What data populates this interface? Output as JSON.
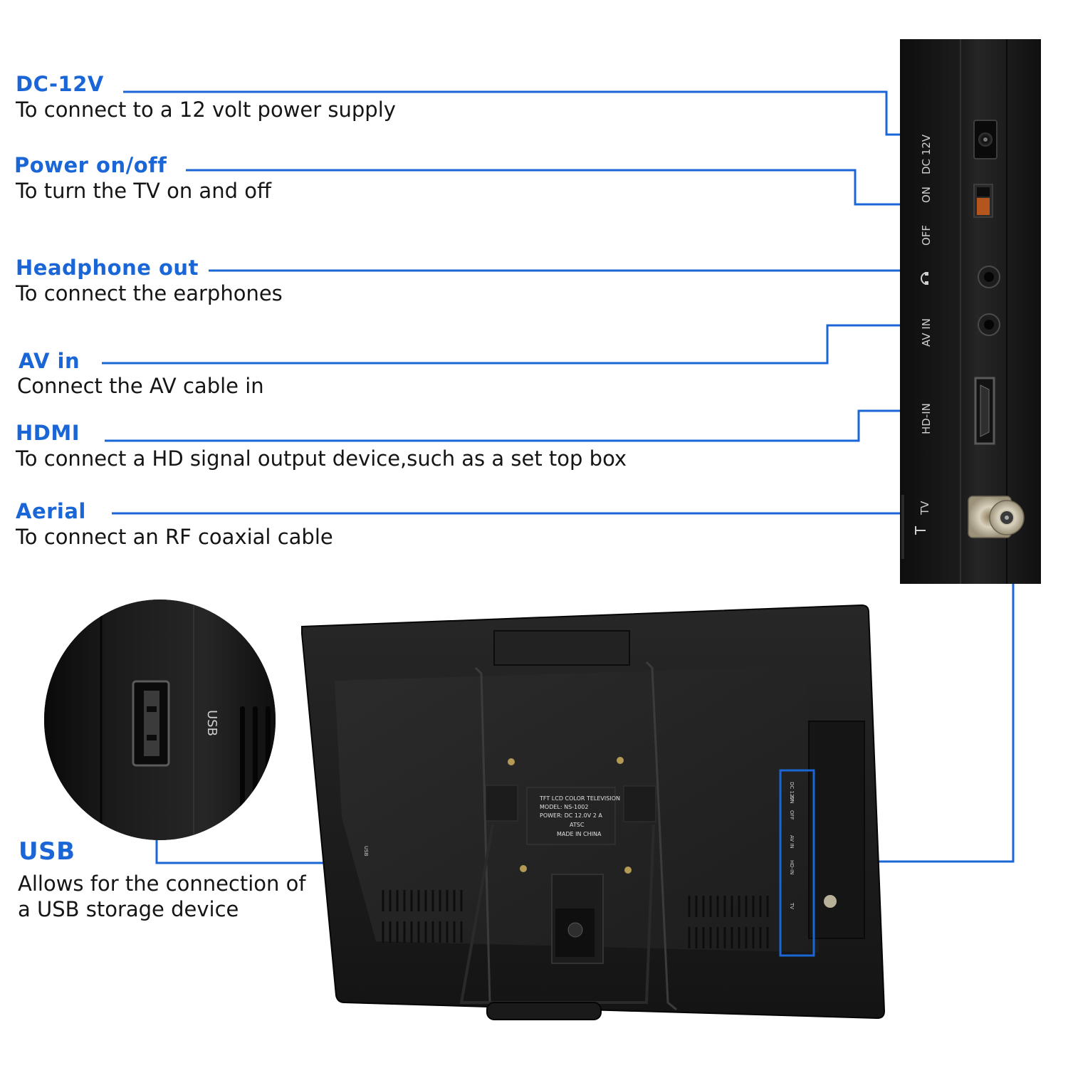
{
  "features": [
    {
      "title": "DC-12V",
      "desc": "To connect to a 12 volt power supply"
    },
    {
      "title": "Power on/off",
      "desc": "To turn the TV on and off"
    },
    {
      "title": "Headphone out",
      "desc": "To connect the earphones"
    },
    {
      "title": "AV in",
      "desc": "Connect the AV cable in"
    },
    {
      "title": "HDMI",
      "desc": "To connect a HD signal output device,such as a set top box"
    },
    {
      "title": "Aerial",
      "desc": "To connect an RF coaxial cable"
    }
  ],
  "usb": {
    "title": "USB",
    "desc_line1": "Allows for the connection of",
    "desc_line2": "a USB storage device",
    "port_label": "USB"
  },
  "panel_labels": {
    "dc": "DC 12V",
    "on": "ON",
    "off": "OFF",
    "av_in": "AV IN",
    "hd_in": "HD-IN",
    "tv": "TV"
  },
  "sticker": {
    "line1": "TFT LCD COLOR TELEVISION",
    "line2": "MODEL: NS-1002",
    "line3": "POWER: DC 12.0V  2 A",
    "line4": "ATSC",
    "line5": "MADE IN CHINA"
  },
  "colors": {
    "accent": "#1a66d6",
    "device": "#1b1b1b"
  },
  "icons": [
    "headphone-icon",
    "antenna-icon",
    "hdmi-port-icon",
    "usb-port-icon",
    "dc-jack-icon"
  ]
}
